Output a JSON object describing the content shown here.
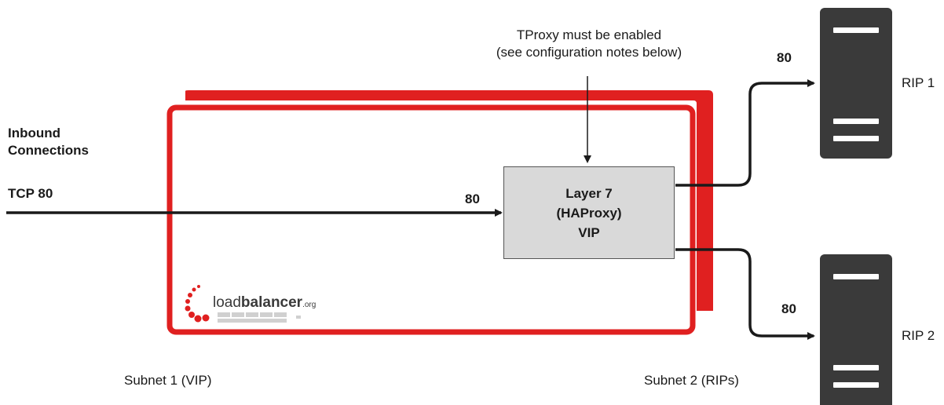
{
  "note": {
    "line1": "TProxy must be enabled",
    "line2": "(see configuration notes below)"
  },
  "inbound": {
    "line1": "Inbound",
    "line2": "Connections",
    "protocol": "TCP 80"
  },
  "vip": {
    "line1": "Layer 7",
    "line2": "(HAProxy)",
    "line3": "VIP"
  },
  "ports": {
    "inbound_port": "80",
    "rip1_port": "80",
    "rip2_port": "80"
  },
  "servers": [
    {
      "label": "RIP 1"
    },
    {
      "label": "RIP 2"
    }
  ],
  "subnets": {
    "vip": "Subnet 1 (VIP)",
    "rips": "Subnet 2 (RIPs)"
  },
  "logo": {
    "text_light": "load",
    "text_bold": "balancer",
    "suffix": ".org"
  },
  "colors": {
    "appliance_red": "#e02020",
    "server_dark": "#3a3a3a",
    "vip_fill": "#d9d9d9"
  }
}
